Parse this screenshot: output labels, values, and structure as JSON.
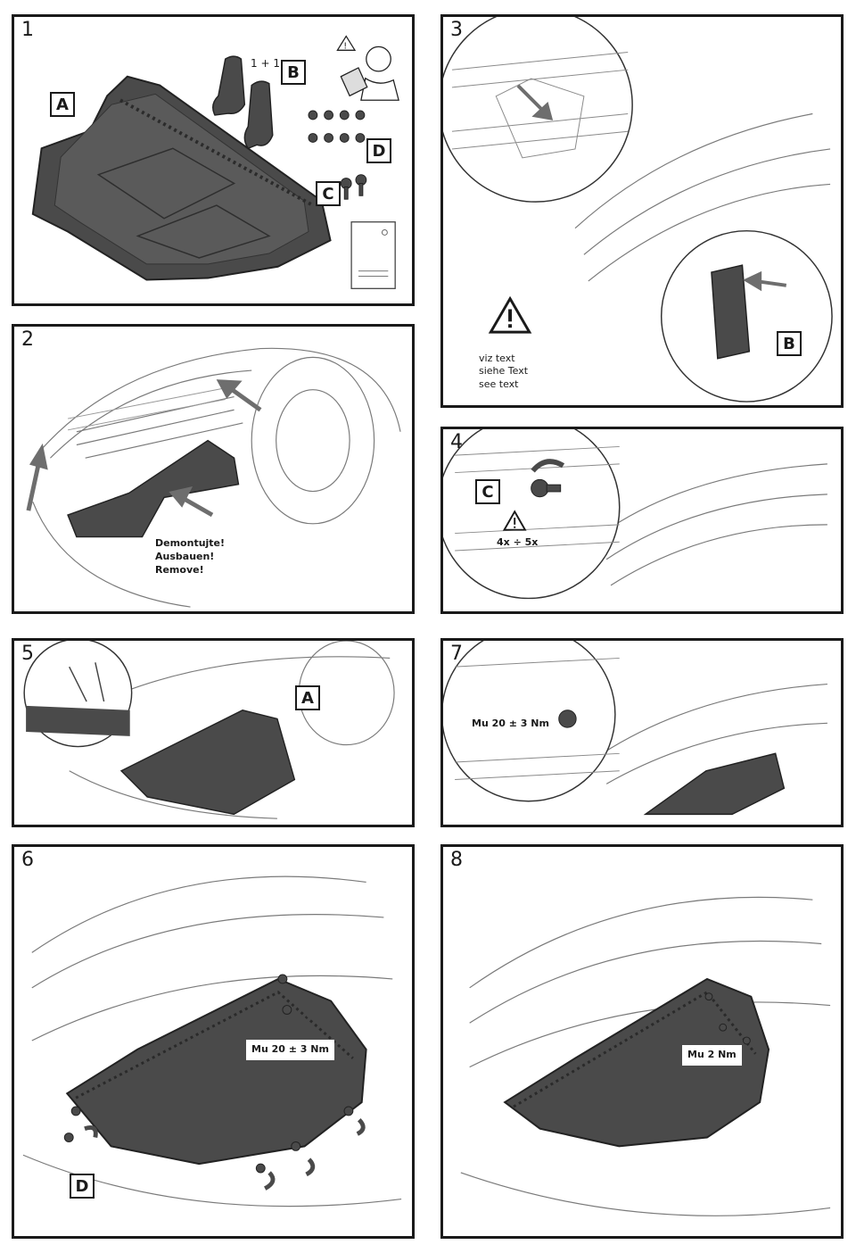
{
  "panels": [
    {
      "num": "1"
    },
    {
      "num": "2"
    },
    {
      "num": "3"
    },
    {
      "num": "4"
    },
    {
      "num": "5"
    },
    {
      "num": "7"
    },
    {
      "num": "6"
    },
    {
      "num": "8"
    }
  ],
  "step1": {
    "label_a": "A",
    "label_b": "B",
    "label_c": "C",
    "label_d": "D",
    "qty": "1 + 1"
  },
  "step2": {
    "remove_lines": [
      "Demontujte!",
      "Ausbauen!",
      "Remove!"
    ]
  },
  "step3": {
    "label_b": "B",
    "see_text_lines": [
      "viz text",
      "siehe Text",
      "see text"
    ]
  },
  "step4": {
    "label_c": "C",
    "count": "4x ÷ 5x"
  },
  "step5": {
    "label_a": "A"
  },
  "step7": {
    "torque": "Mu 20 ± 3 Nm"
  },
  "step6": {
    "torque": "Mu 20 ± 3 Nm",
    "label_d": "D"
  },
  "step8": {
    "torque": "Mu 2 Nm"
  },
  "colors": {
    "border": "#1a1a1a",
    "part_fill": "#4a4a4a",
    "line": "#7a7a7a",
    "arrow": "#6e6e6e"
  }
}
